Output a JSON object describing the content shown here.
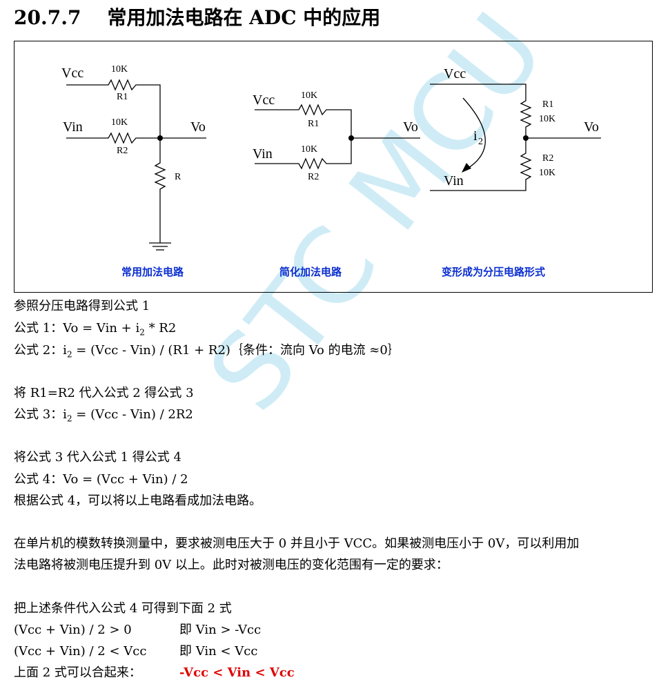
{
  "heading": {
    "number": "20.7.7",
    "title": "常用加法电路在 ADC 中的应用"
  },
  "figure": {
    "captions": [
      "常用加法电路",
      "简化加法电路",
      "变形成为分压电路形式"
    ],
    "labels": {
      "vcc": "Vcc",
      "vin": "Vin",
      "vo": "Vo",
      "r1": "R1",
      "r2": "R2",
      "r": "R",
      "k10": "10K",
      "i": "i",
      "sub2": "2"
    }
  },
  "text": {
    "l1": "参照分压电路得到公式 1",
    "l2a": "公式 1：Vo = Vin + i",
    "l2b": "2",
    "l2c": " * R2",
    "l3a": "公式 2：i",
    "l3b": "2",
    "l3c": " = (Vcc - Vin) / (R1 + R2)｛条件：流向 Vo 的电流 ≈0｝",
    "l4": "将 R1=R2 代入公式 2 得公式 3",
    "l5a": "公式 3：i",
    "l5b": "2",
    "l5c": " = (Vcc - Vin) / 2R2",
    "l6": "将公式 3 代入公式 1 得公式 4",
    "l7": "公式 4：Vo = (Vcc + Vin) / 2",
    "l8": "根据公式 4，可以将以上电路看成加法电路。",
    "l9": "在单片机的模数转换测量中，要求被测电压大于 0 并且小于 VCC。如果被测电压小于 0V，可以利用加",
    "l10": "法电路将被测电压提升到 0V 以上。此时对被测电压的变化范围有一定的要求：",
    "l11": "把上述条件代入公式 4 可得到下面 2 式",
    "l12a": "(Vcc + Vin) / 2 > 0",
    "l12b": "即 Vin > -Vcc",
    "l13a": "(Vcc + Vin) / 2 < Vcc",
    "l13b": "即 Vin < Vcc",
    "l14a": "上面 2 式可以合起来：",
    "l14b": "-Vcc < Vin < Vcc"
  },
  "watermark": "STC MCU"
}
